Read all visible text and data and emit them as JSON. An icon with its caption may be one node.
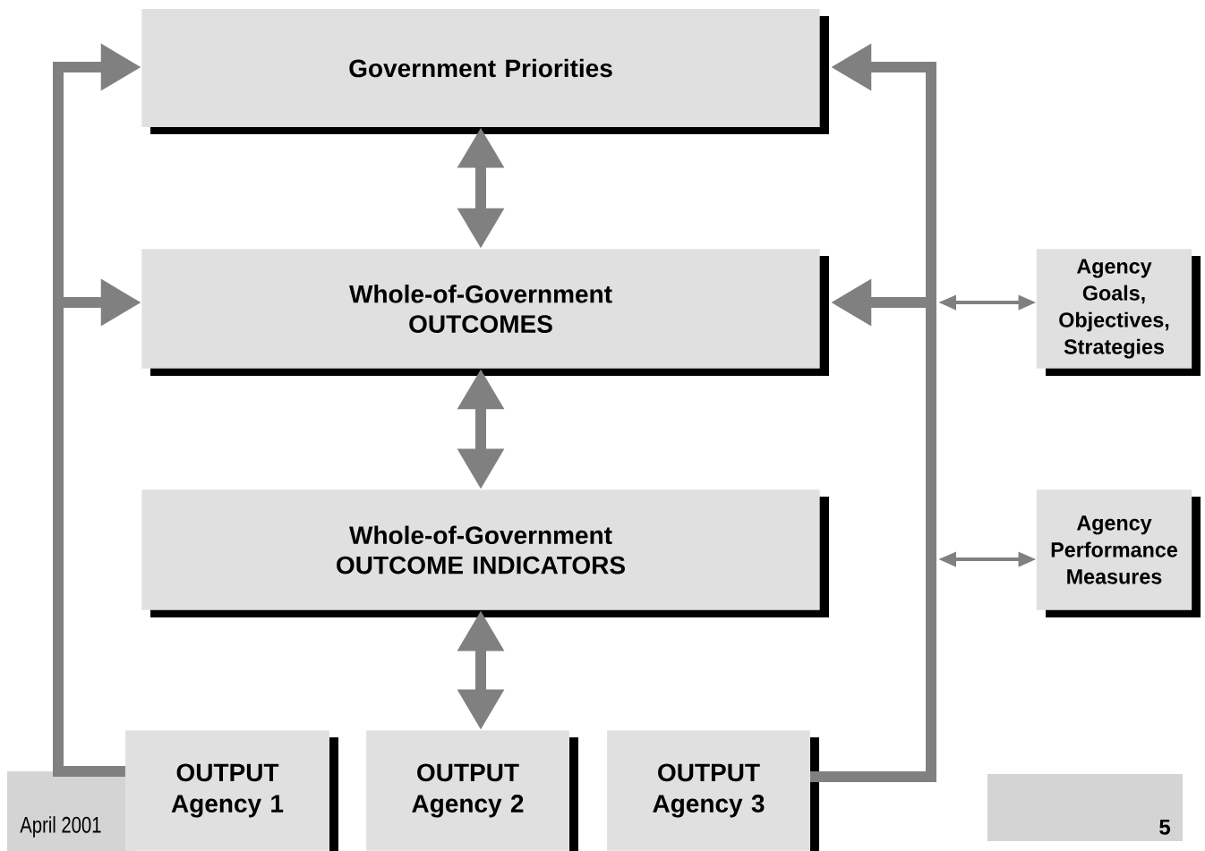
{
  "diagram": {
    "nodes": [
      {
        "text": [
          "Government Priorities"
        ]
      },
      {
        "text": [
          "Whole-of-Government OUTCOMES"
        ]
      },
      {
        "text": [
          "Whole-of-Government OUTCOME INDICATORS"
        ]
      },
      {
        "text": [
          "OUTPUT Agency 1"
        ]
      },
      {
        "text": [
          "OUTPUT Agency 2"
        ]
      },
      {
        "text": [
          "OUTPUT Agency 3"
        ]
      },
      {
        "text": [
          "Agency Goals, Objectives, Strategies"
        ]
      },
      {
        "text": [
          "Agency Performance Measures"
        ]
      },
      {
        "text": [
          "April 2001"
        ]
      },
      {
        "text": [
          "5"
        ]
      }
    ],
    "edges": [
      {
        "from": 0,
        "to": 1,
        "arrow": "both"
      },
      {
        "from": 1,
        "to": 2,
        "arrow": "both"
      },
      {
        "from": 2,
        "to": 4,
        "arrow": "both"
      },
      {
        "from": 3,
        "to": 0,
        "arrow": "to"
      },
      {
        "from": 3,
        "to": 1,
        "arrow": "to"
      },
      {
        "from": 5,
        "to": 0,
        "arrow": "to"
      },
      {
        "from": 5,
        "to": 1,
        "arrow": "to"
      },
      {
        "from": null,
        "to": 6,
        "arrow": "both"
      },
      {
        "from": null,
        "to": 7,
        "arrow": "both"
      }
    ]
  }
}
